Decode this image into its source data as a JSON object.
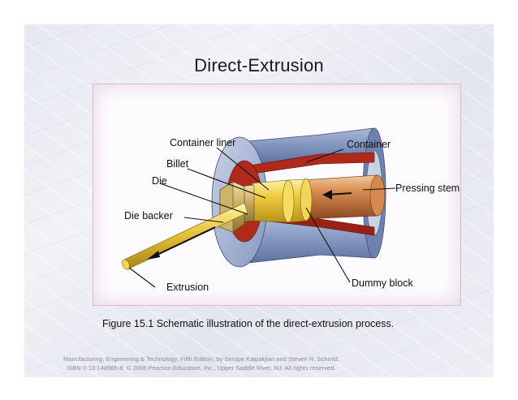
{
  "slide": {
    "title": "Direct-Extrusion",
    "caption": "Figure 15.1  Schematic illustration of the direct-extrusion process.",
    "footer": [
      "Manufacturing, Engineering & Technology, Fifth Edition, by Serope Kalpakjian and Steven R. Schmid.",
      "ISBN 0-13-148965-8. © 2006 Pearson Education, Inc., Upper Saddle River, NJ.  All rights reserved."
    ]
  },
  "diagram": {
    "labels": {
      "container_liner": "Container liner",
      "container": "Container",
      "billet": "Billet",
      "die": "Die",
      "pressing_stem": "Pressing stem",
      "die_backer": "Die backer",
      "extrusion": "Extrusion",
      "dummy_block": "Dummy block"
    },
    "colors": {
      "container": "#8d9fc4",
      "liner": "#b02a1c",
      "billet": "#e8c63a",
      "stem": "#b8753e",
      "die": "#b89a55",
      "extrusion": "#e9c93d"
    }
  }
}
